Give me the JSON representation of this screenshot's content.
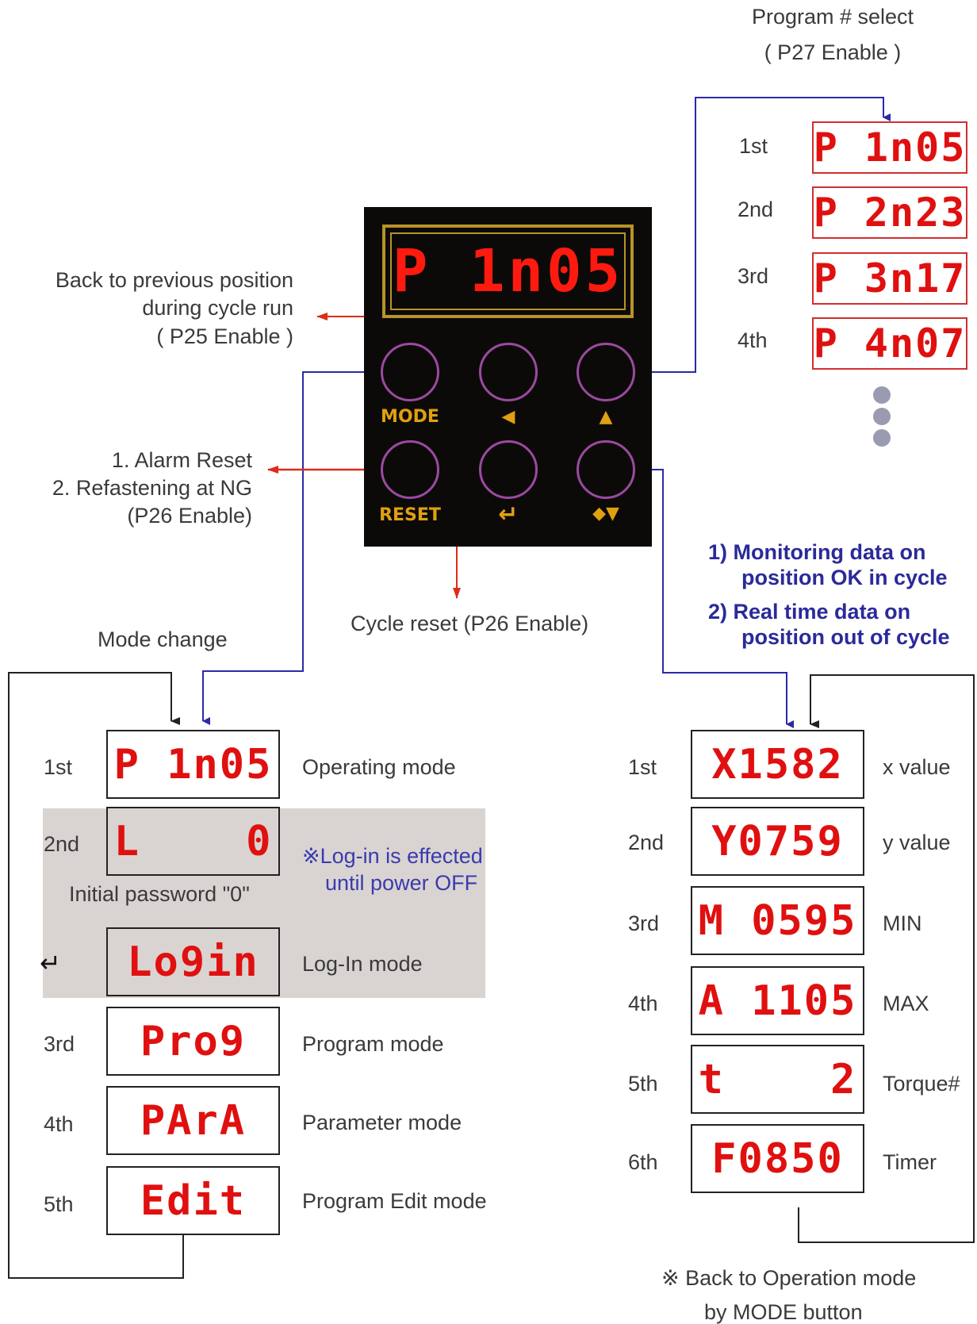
{
  "program_select": {
    "title": "Program # select",
    "subtitle": "( P27 Enable )",
    "items": [
      {
        "ord": "1st",
        "display": "P 1n05"
      },
      {
        "ord": "2nd",
        "display": "P 2n23"
      },
      {
        "ord": "3rd",
        "display": "P 3n17"
      },
      {
        "ord": "4th",
        "display": "P 4n07"
      }
    ]
  },
  "device": {
    "display": "P 1n05",
    "buttons": {
      "mode": "MODE",
      "left": "◀",
      "up": "▲",
      "reset": "RESET",
      "enter": "↵",
      "down": "◆▼"
    }
  },
  "notes": {
    "back_prev": [
      "Back to previous position",
      "during cycle run",
      "( P25 Enable )"
    ],
    "alarm": [
      "1. Alarm Reset",
      "2. Refastening at NG",
      "(P26 Enable)"
    ],
    "cycle_reset": "Cycle reset (P26 Enable)",
    "mode_change": "Mode change",
    "monitor_1a": "1) Monitoring data on",
    "monitor_1b": "position OK in cycle",
    "monitor_2a": "2) Real time data on",
    "monitor_2b": "position out of cycle",
    "login_note_a": "※Log-in is effected",
    "login_note_b": "until power OFF",
    "initial_password": "Initial password \"0\"",
    "back_op_a": "※ Back to Operation mode",
    "back_op_b": "by MODE button",
    "enter_symbol": "↵"
  },
  "modes": [
    {
      "ord": "1st",
      "display": "P 1n05",
      "label": "Operating mode"
    },
    {
      "ord": "2nd",
      "display": "L    0",
      "label": ""
    },
    {
      "ord": "",
      "display": "Lo9in",
      "label": "Log-In mode"
    },
    {
      "ord": "3rd",
      "display": "Pro9",
      "label": "Program mode"
    },
    {
      "ord": "4th",
      "display": "PArA",
      "label": "Parameter mode"
    },
    {
      "ord": "5th",
      "display": "Edit",
      "label": "Program Edit mode"
    }
  ],
  "monitor": [
    {
      "ord": "1st",
      "display": "X1582",
      "label": "x value"
    },
    {
      "ord": "2nd",
      "display": "Y0759",
      "label": "y value"
    },
    {
      "ord": "3rd",
      "display": "M 0595",
      "label": "MIN"
    },
    {
      "ord": "4th",
      "display": "A 1105",
      "label": "MAX"
    },
    {
      "ord": "5th",
      "display": "t    2",
      "label": "Torque#"
    },
    {
      "ord": "6th",
      "display": "F0850",
      "label": "Timer"
    }
  ],
  "colors": {
    "lcd_text": "#e01010",
    "device_bg": "#0c0a08",
    "bezel": "#b8922a",
    "button_ring": "#9a4aa0",
    "blue_wire": "#2a2aa8",
    "red_wire": "#e02a1a",
    "shade": "#d9d4d1"
  }
}
